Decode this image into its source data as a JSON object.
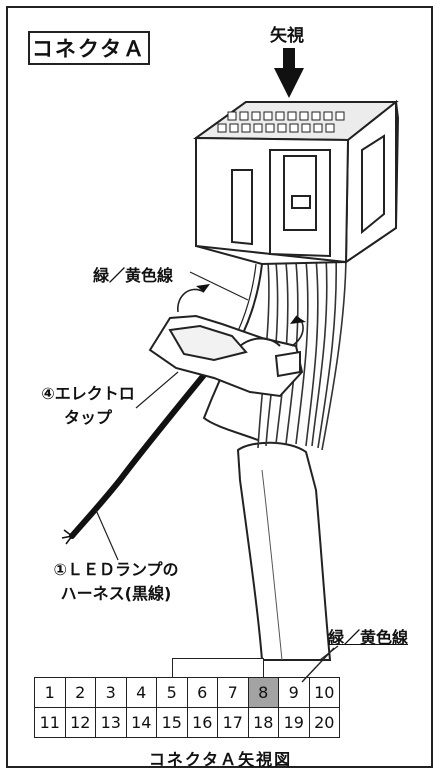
{
  "title": "コネクタＡ",
  "view_arrow_label": "矢視",
  "wire_label_top": "緑／黄色線",
  "tap_label": [
    "④エレクトロ",
    "タップ"
  ],
  "led_label": [
    "①ＬＥＤランプの",
    "ハーネス(黒線)"
  ],
  "pin_wire_label": "緑／黄色線",
  "pins_row1": [
    "1",
    "2",
    "3",
    "4",
    "5",
    "6",
    "7",
    "8",
    "9",
    "10"
  ],
  "pins_row2": [
    "11",
    "12",
    "13",
    "14",
    "15",
    "16",
    "17",
    "18",
    "19",
    "20"
  ],
  "highlighted_pin": "8",
  "caption": "コネクタＡ矢視図",
  "colors": {
    "highlight": "#a3a3a3",
    "line": "#222222",
    "sleeve": "#ffffff"
  }
}
